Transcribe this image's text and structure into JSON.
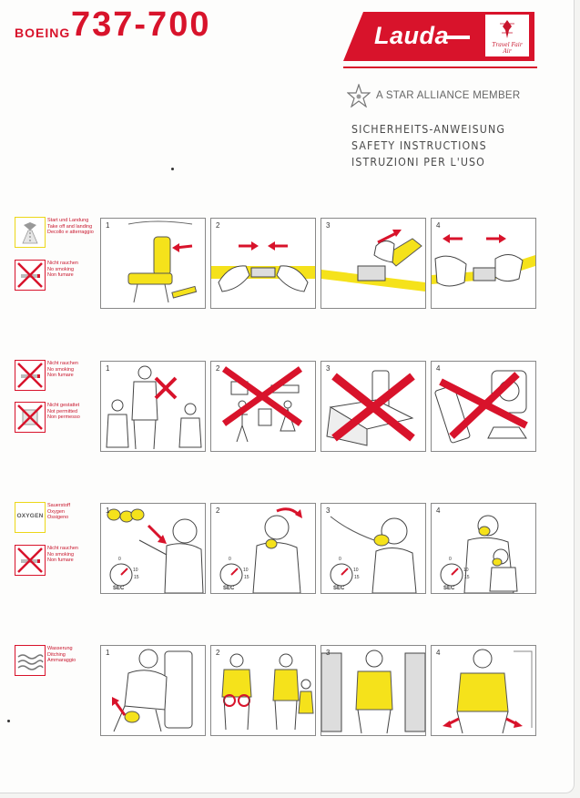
{
  "header": {
    "manufacturer": "BOEING",
    "model": "737-700",
    "airline": "Lauda",
    "signature": "Travel Fair Air",
    "alliance": "A STAR ALLIANCE MEMBER",
    "titles": [
      "SICHERHEITS-ANWEISUNG",
      "SAFETY INSTRUCTIONS",
      "ISTRUZIONI PER L'USO"
    ]
  },
  "colors": {
    "brand_red": "#d8132b",
    "safety_yellow": "#f5e21b",
    "sign_red": "#d8132b",
    "oxygen_frame": "#ecd718"
  },
  "sections": [
    {
      "icons": [
        {
          "icon": "seatbelt-sign-icon",
          "labels": [
            "Start und Landung",
            "Take off and landing",
            "Decollo e atterraggio"
          ]
        },
        {
          "icon": "no-smoking-icon",
          "labels": [
            "Nicht rauchen",
            "No smoking",
            "Non fumare"
          ]
        }
      ],
      "panels": [
        {
          "num": "1"
        },
        {
          "num": "2"
        },
        {
          "num": "3"
        },
        {
          "num": "4"
        }
      ]
    },
    {
      "icons": [
        {
          "icon": "no-smoking-icon",
          "labels": [
            "Nicht rauchen",
            "No smoking",
            "Non fumare"
          ]
        },
        {
          "icon": "not-permitted-icon",
          "labels": [
            "Nicht gestattet",
            "Not permitted",
            "Non permesso"
          ]
        }
      ],
      "panels": [
        {
          "num": "1"
        },
        {
          "num": "2"
        },
        {
          "num": "3"
        },
        {
          "num": "4"
        }
      ]
    },
    {
      "icons": [
        {
          "icon": "oxygen-sign-icon",
          "text": "OXYGEN",
          "labels": [
            "Sauerstoff",
            "Oxygen",
            "Ossigeno"
          ]
        },
        {
          "icon": "no-smoking-icon",
          "labels": [
            "Nicht rauchen",
            "No smoking",
            "Non fumare"
          ]
        }
      ],
      "panels": [
        {
          "num": "1",
          "timer": "SEC",
          "ticks": [
            "0",
            "10",
            "15"
          ]
        },
        {
          "num": "2",
          "timer": "SEC",
          "ticks": [
            "0",
            "10",
            "15"
          ]
        },
        {
          "num": "3",
          "timer": "SEC",
          "ticks": [
            "0",
            "10",
            "15"
          ]
        },
        {
          "num": "4",
          "timer": "SEC",
          "ticks": [
            "0",
            "10",
            "15"
          ]
        }
      ]
    },
    {
      "icons": [
        {
          "icon": "ditching-icon",
          "labels": [
            "Wasserung",
            "Ditching",
            "Ammaraggio"
          ]
        }
      ],
      "panels": [
        {
          "num": "1"
        },
        {
          "num": "2"
        },
        {
          "num": "3"
        },
        {
          "num": "4"
        }
      ]
    }
  ]
}
